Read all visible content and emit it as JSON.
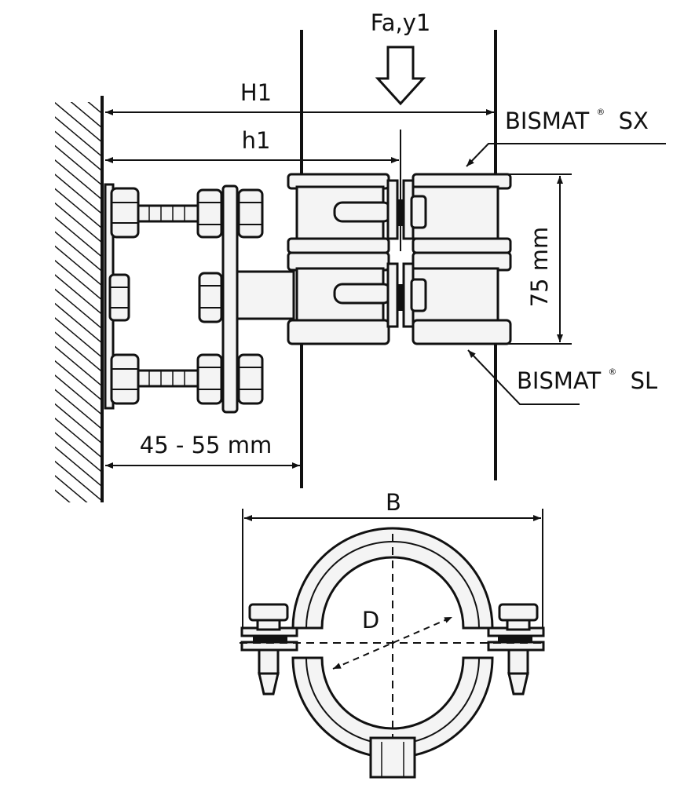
{
  "labels": {
    "force": "Fa,y1",
    "H1": "H1",
    "h1": "h1",
    "product_top": "BISMAT",
    "product_top_suffix": "SX",
    "product_bottom": "BISMAT",
    "product_bottom_suffix": "SL",
    "registered": "®",
    "height": "75 mm",
    "wall_gap": "45 - 55 mm",
    "width": "B",
    "diameter": "D"
  }
}
